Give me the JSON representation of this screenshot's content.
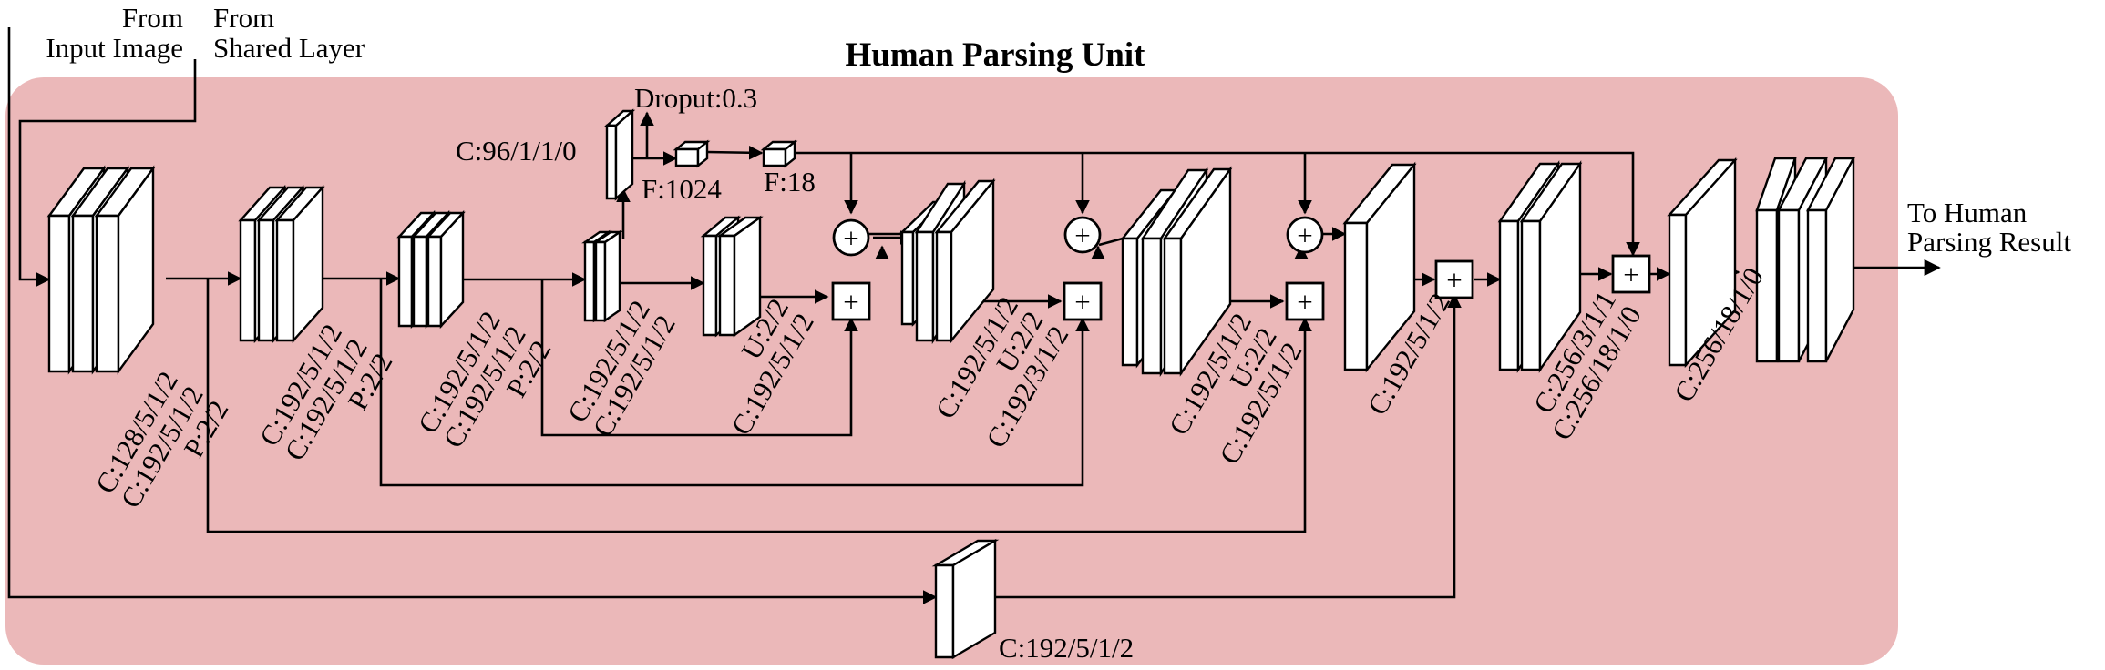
{
  "colors": {
    "unit_background": "#ebb8b9",
    "conv_white": "#ffffff",
    "pool_orange": "#f5b418",
    "upsample_blue": "#75a7d8",
    "fc_purple": "#b44fbb",
    "output_green": "#6abd45"
  },
  "title": "Human Parsing Unit",
  "inputs": {
    "from_input_image": [
      "From",
      "Input Image"
    ],
    "from_shared_layer": [
      "From",
      "Shared Layer"
    ]
  },
  "output": [
    "To Human",
    "Parsing Result"
  ],
  "blocks": [
    {
      "id": "b1",
      "lines": [
        "C:128/5/1/2",
        "C:192/5/1/2",
        "P:2/2"
      ]
    },
    {
      "id": "b2",
      "lines": [
        "C:192/5/1/2",
        "C:192/5/1/2",
        "P:2/2"
      ]
    },
    {
      "id": "b3",
      "lines": [
        "C:192/5/1/2",
        "C:192/5/1/2",
        "P:2/2"
      ]
    },
    {
      "id": "b4",
      "lines": [
        "C:192/5/1/2",
        "C:192/5/1/2"
      ]
    },
    {
      "id": "b5",
      "lines": [
        "U:2/2",
        "C:192/5/1/2"
      ]
    },
    {
      "id": "b6",
      "lines": [
        "C:192/5/1/2",
        "U:2/2",
        "C:192/3/1/2"
      ]
    },
    {
      "id": "b7",
      "lines": [
        "C:192/5/1/2",
        "U:2/2",
        "C:192/5/1/2"
      ]
    },
    {
      "id": "b8",
      "lines": [
        "C:192/5/1/2"
      ]
    },
    {
      "id": "b9",
      "lines": [
        "C:256/3/1/1",
        "C:256/18/1/0"
      ]
    },
    {
      "id": "b10",
      "lines": [
        "C:256/18/1/0"
      ]
    }
  ],
  "dropout_branch": {
    "conv": "C:96/1/1/0",
    "dropout": "Droput:0.3",
    "fc1": "F:1024",
    "fc2": "F:18"
  },
  "skip_conv": "C:192/5/1/2",
  "operators": {
    "sum_symbol": "+"
  }
}
